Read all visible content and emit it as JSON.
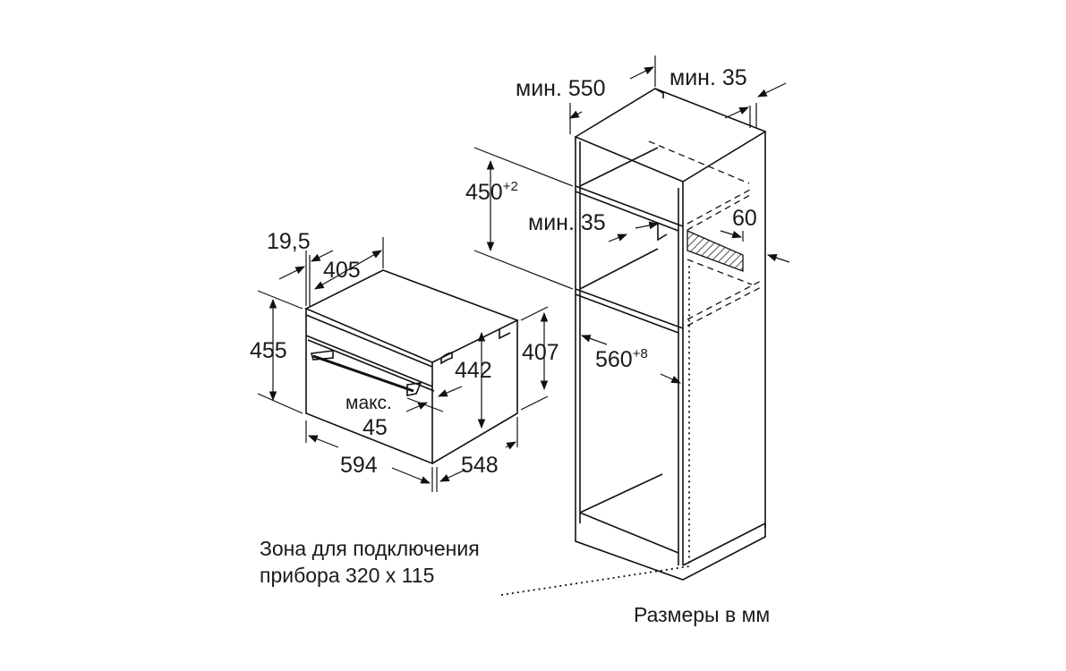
{
  "oven": {
    "dim_19_5": "19,5",
    "dim_405": "405",
    "dim_455": "455",
    "dim_407": "407",
    "dim_442": "442",
    "max_label": "макс.",
    "max_value": "45",
    "dim_594": "594",
    "dim_548": "548"
  },
  "cabinet": {
    "min_550": "мин. 550",
    "min_35_top": "мин. 35",
    "dim_450": "450",
    "dim_450_tol": "+2",
    "min_35_mid": "мин. 35",
    "dim_60": "60",
    "dim_560": "560",
    "dim_560_tol": "+8"
  },
  "notes": {
    "connection_zone_line1": "Зона для подключения",
    "connection_zone_line2": "прибора 320 x 115",
    "units": "Размеры в мм"
  }
}
